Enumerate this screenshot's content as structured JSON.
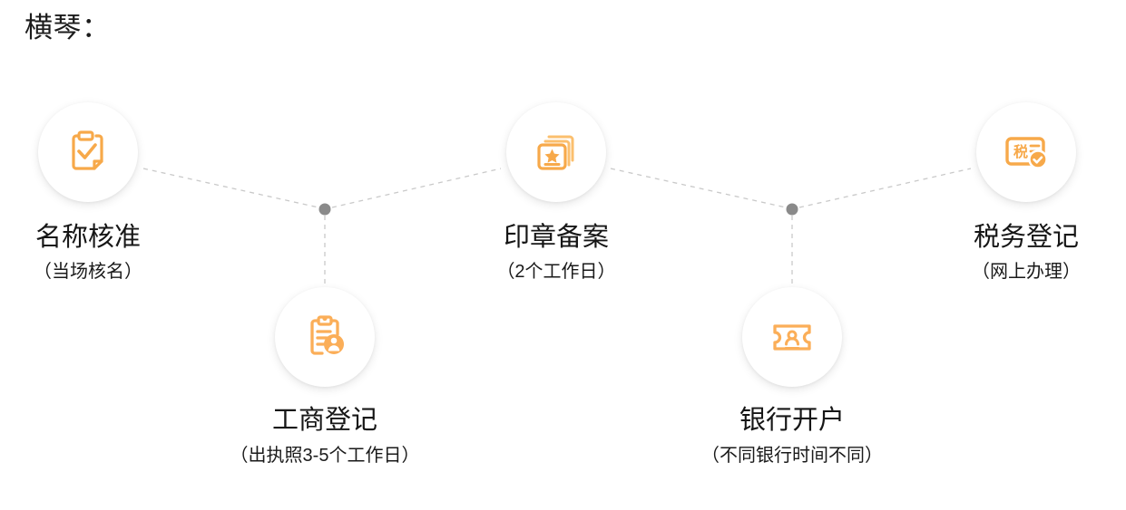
{
  "header": {
    "title": "横琴："
  },
  "theme": {
    "accent": "#F7A94A",
    "accent_light": "#FBBF6E",
    "line": "#c9c9c9",
    "dot": "#8a8a8a",
    "text": "#161616",
    "background": "#ffffff"
  },
  "flow": {
    "type": "zigzag-process",
    "junction_dots": 2,
    "connector_style": "dashed",
    "steps": [
      {
        "index": 1,
        "row": "top",
        "label": "名称核准",
        "sub": "（当场核名）",
        "icon": "clipboard-check-icon"
      },
      {
        "index": 2,
        "row": "bottom",
        "label": "工商登记",
        "sub": "（出执照3-5个工作日）",
        "icon": "clipboard-person-icon"
      },
      {
        "index": 3,
        "row": "top",
        "label": "印章备案",
        "sub": "（2个工作日）",
        "icon": "documents-star-icon"
      },
      {
        "index": 4,
        "row": "bottom",
        "label": "银行开户",
        "sub": "（不同银行时间不同）",
        "icon": "ticket-person-icon"
      },
      {
        "index": 5,
        "row": "top",
        "label": "税务登记",
        "sub": "（网上办理）",
        "icon": "tax-card-check-icon",
        "icon_text": "税"
      }
    ]
  }
}
